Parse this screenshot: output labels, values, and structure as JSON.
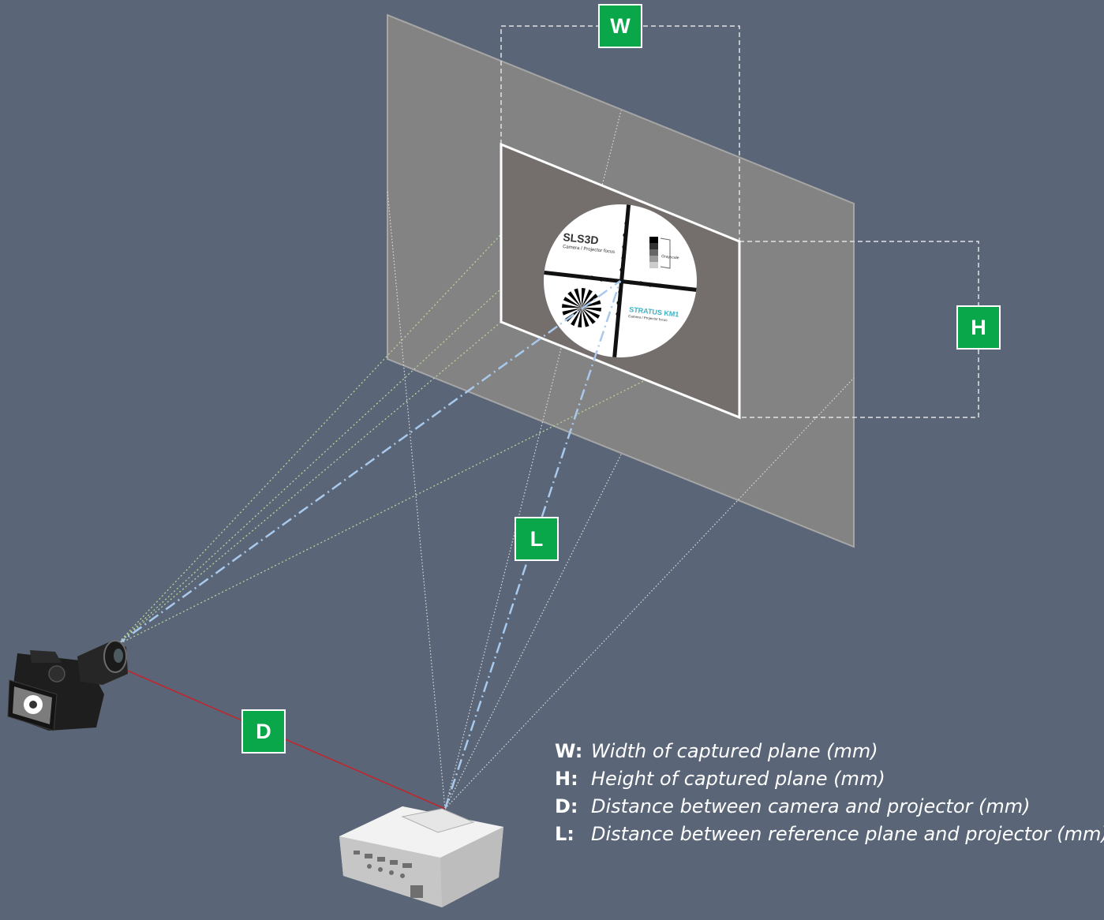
{
  "labels": {
    "w": "W",
    "h": "H",
    "l": "L",
    "d": "D"
  },
  "target": {
    "logo": "SLS3D",
    "logo_subtitle": "Camera / Projector focus",
    "grayscale_label": "Grayscale",
    "brand": "STRATUS KM1",
    "brand_subtitle": "Camera / Projector focus"
  },
  "legend": [
    {
      "key": "W:",
      "desc": "Width of captured plane (mm)"
    },
    {
      "key": "H:",
      "desc": "Height of captured plane (mm)"
    },
    {
      "key": "D:",
      "desc": "Distance between camera and projector (mm)"
    },
    {
      "key": "L:",
      "desc": "Distance between reference plane and projector (mm)"
    }
  ],
  "colors": {
    "background": "#5a6677",
    "label_box": "#0aa64a",
    "baseline_d": "#c0262c",
    "optical_axis": "#a9c9ec",
    "camera_rays": "#b9d49a",
    "brand_text": "#3bb2c4"
  },
  "icons": {
    "camera": "camera-icon",
    "projector": "projector-icon"
  }
}
